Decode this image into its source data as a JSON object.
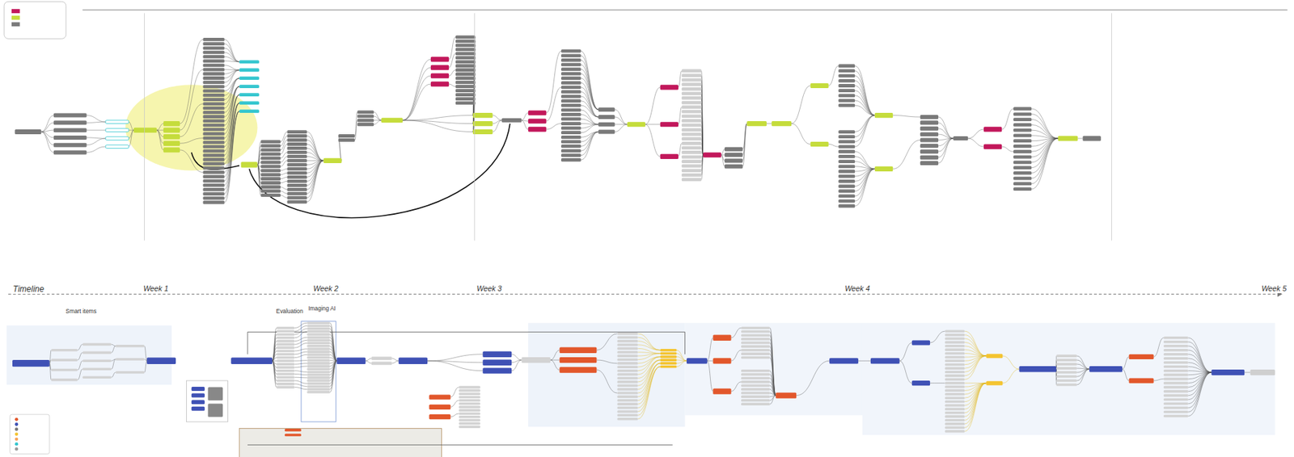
{
  "diagram": {
    "labels": [
      "Timeline",
      "Week 1",
      "Week 2",
      "Week 3",
      "Week 4",
      "Week 5",
      "Smart items",
      "Evaluation",
      "Imaging AI"
    ]
  }
}
